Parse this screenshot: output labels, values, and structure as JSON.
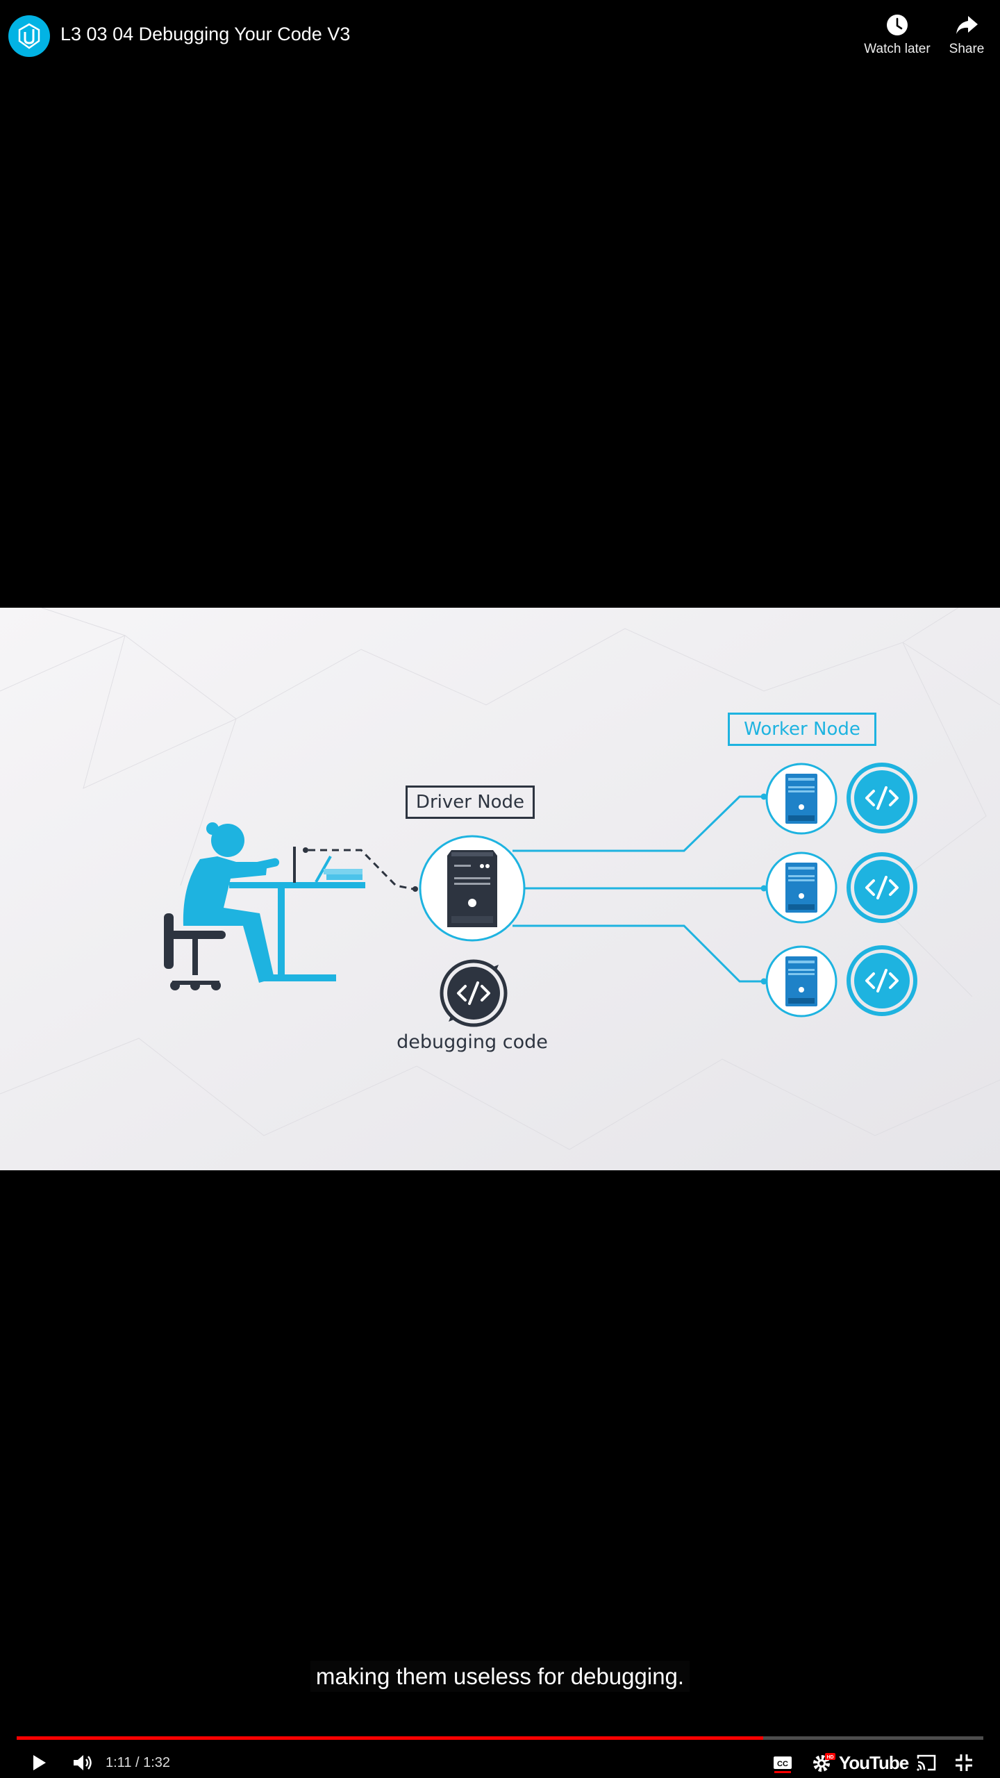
{
  "header": {
    "title": "L3 03 04 Debugging Your Code V3",
    "watch_later_label": "Watch later",
    "share_label": "Share"
  },
  "video_frame": {
    "driver_node_label": "Driver Node",
    "worker_node_label": "Worker Node",
    "debugging_label": "debugging code"
  },
  "caption": "making them useless for debugging.",
  "player": {
    "time_display": "1:11 / 1:32",
    "progress_fraction": 0.772,
    "youtube_label": "YouTube",
    "icons": [
      "play-icon",
      "volume-icon",
      "subtitles-icon",
      "settings-icon",
      "cast-icon",
      "exit-fullscreen-icon",
      "clock-icon",
      "share-icon"
    ]
  },
  "colors": {
    "accent_blue": "#1eb3e0",
    "dark_slate": "#2d3440",
    "progress_red": "#ff0000",
    "udacity_blue": "#02b3e4"
  }
}
